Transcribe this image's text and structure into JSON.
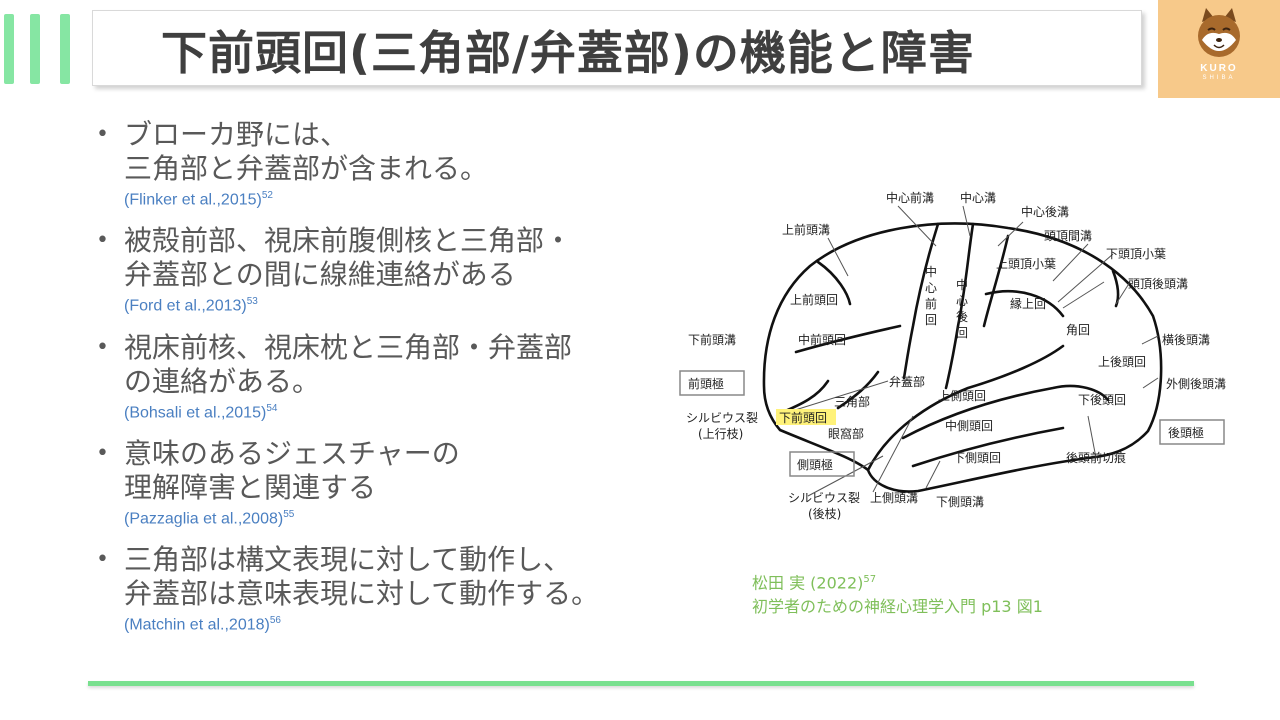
{
  "title": "下前頭回(三角部/弁蓋部)の機能と障害",
  "logo": {
    "name": "KURO",
    "sub": "SHIBA"
  },
  "bullets": [
    {
      "lines": [
        "ブローカ野には、",
        "三角部と弁蓋部が含まれる。"
      ],
      "cite": "(Flinker et al.,2015)",
      "ref": "52"
    },
    {
      "lines": [
        "被殻前部、視床前腹側核と三角部・",
        "弁蓋部との間に線維連絡がある"
      ],
      "cite": "(Ford et al.,2013)",
      "ref": "53"
    },
    {
      "lines": [
        "視床前核、視床枕と三角部・弁蓋部",
        "の連絡がある。"
      ],
      "cite": "(Bohsali et al.,2015)",
      "ref": "54"
    },
    {
      "lines": [
        "意味のあるジェスチャーの",
        "理解障害と関連する"
      ],
      "cite": "(Pazzaglia et al.,2008)",
      "ref": "55"
    },
    {
      "lines": [
        "三角部は構文表現に対して動作し、",
        "弁蓋部は意味表現に対して動作する。"
      ],
      "cite": "(Matchin et al.,2018)",
      "ref": "56"
    }
  ],
  "diagram": {
    "labels": {
      "chushin_zenko": "中心前溝",
      "chushin_ko": "中心溝",
      "chushin_goko": "中心後溝",
      "jo_zento_ko": "上前頭溝",
      "toucho_kanko": "頭頂間溝",
      "jo_toucho_shoyo_r": "上頭頂小葉",
      "ka_toucho_shoyo": "下頭頂小葉",
      "toucho_goto_ko": "頭頂後頭溝",
      "jo_zento_kai": "上前頭回",
      "enjo_kai": "縁上回",
      "kakkai": "角回",
      "ka_zento_ko": "下前頭溝",
      "chu_zento_kai": "中前頭回",
      "ogo_goto_ko": "横後頭溝",
      "jo_goto_kai": "上後頭回",
      "gaisoku_goto_ko": "外側後頭溝",
      "zentokyoku": "前頭極",
      "bengaibu": "弁蓋部",
      "jo_sokuto_kai": "上側頭回",
      "ka_goto_kai": "下後頭回",
      "sankakubu": "三角部",
      "sylvian_jokoshi": "シルビウス裂",
      "sylvian_jokoshi_sub": "(上行枝)",
      "ka_zento_kai": "下前頭回",
      "chu_sokuto_kai": "中側頭回",
      "gantokubu": "眼窩部",
      "gotokyoku": "後頭極",
      "sokutokyoku": "側頭極",
      "ka_sokuto_kai": "下側頭回",
      "goto_zensetsu_kon": "後頭前切痕",
      "sylvian_goshi": "シルビウス裂",
      "sylvian_goshi_sub": "(後枝)",
      "jo_sokuto_ko": "上側頭溝",
      "ka_sokuto_ko": "下側頭溝",
      "v_chushin_zenkai": "中心前回",
      "v_chushin_gokai": "中心後回"
    },
    "highlight_color": "#fff27a"
  },
  "source": {
    "line1": "松田 実 (2022)",
    "ref": "57",
    "line2": "初学者のための神経心理学入門 p13 図1"
  },
  "colors": {
    "accent_green": "#86e6a3",
    "cite_blue": "#4a7fc1",
    "source_green": "#7fbf5a",
    "logo_bg": "#f7c98a"
  }
}
